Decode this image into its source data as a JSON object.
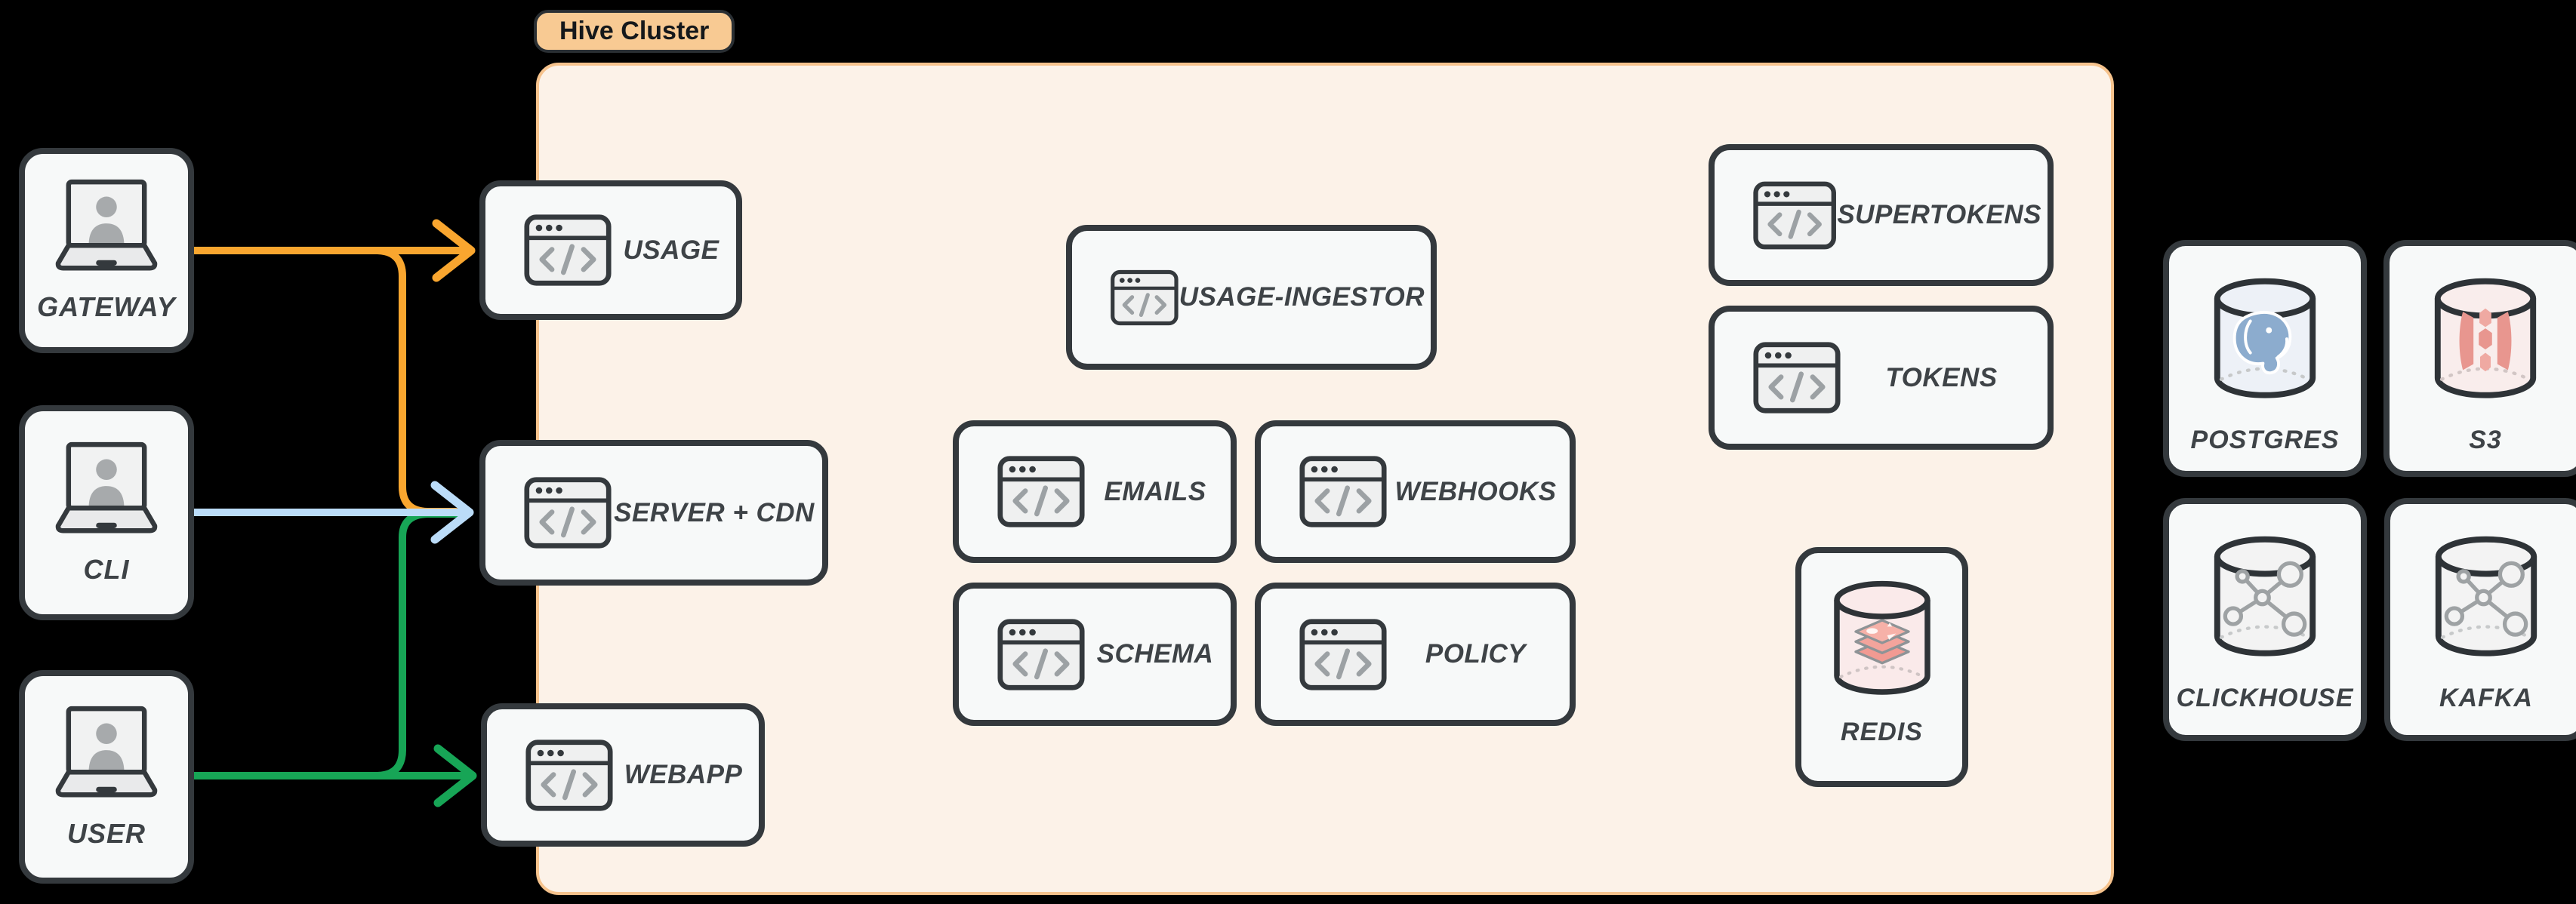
{
  "cluster": {
    "label": "Hive Cluster"
  },
  "actors": [
    {
      "id": "gateway",
      "label": "GATEWAY",
      "icon": "laptop-user-icon"
    },
    {
      "id": "cli",
      "label": "CLI",
      "icon": "laptop-user-icon"
    },
    {
      "id": "user",
      "label": "USER",
      "icon": "laptop-user-icon"
    }
  ],
  "services": {
    "usage": "USAGE",
    "server_cdn": "SERVER + CDN",
    "webapp": "WEBAPP",
    "ingestor": "USAGE-INGESTOR",
    "emails": "EMAILS",
    "webhooks": "WEBHOOKS",
    "schema": "SCHEMA",
    "policy": "POLICY",
    "supertokens": "SUPERTOKENS",
    "tokens": "TOKENS",
    "redis": "REDIS"
  },
  "datastores": {
    "postgres": "POSTGRES",
    "s3": "S3",
    "clickhouse": "CLICKHOUSE",
    "kafka": "KAFKA"
  },
  "icons": {
    "service": "code-window-icon",
    "redis": "redis-database-cylinder-icon",
    "postgres": "postgres-database-cylinder-icon",
    "s3": "s3-database-cylinder-icon",
    "clickhouse": "network-database-cylinder-icon",
    "kafka": "network-database-cylinder-icon"
  },
  "edges": [
    {
      "from": "GATEWAY",
      "to": "USAGE",
      "color": "orange"
    },
    {
      "from": "GATEWAY",
      "to": "SERVER + CDN",
      "color": "orange"
    },
    {
      "from": "CLI",
      "to": "SERVER + CDN",
      "color": "blue"
    },
    {
      "from": "USER",
      "to": "SERVER + CDN",
      "color": "green"
    },
    {
      "from": "USER",
      "to": "WEBAPP",
      "color": "green"
    }
  ],
  "colors": {
    "orange": "#F9A62F",
    "blue": "#BBDCF8",
    "green": "#17A556",
    "cluster_fill": "#FCF2E8",
    "cluster_border": "#F6C38D",
    "pill_fill": "#F8CA93",
    "card_fill": "#F7F9F9",
    "card_border": "#34393D",
    "label_text": "#3E4347"
  }
}
